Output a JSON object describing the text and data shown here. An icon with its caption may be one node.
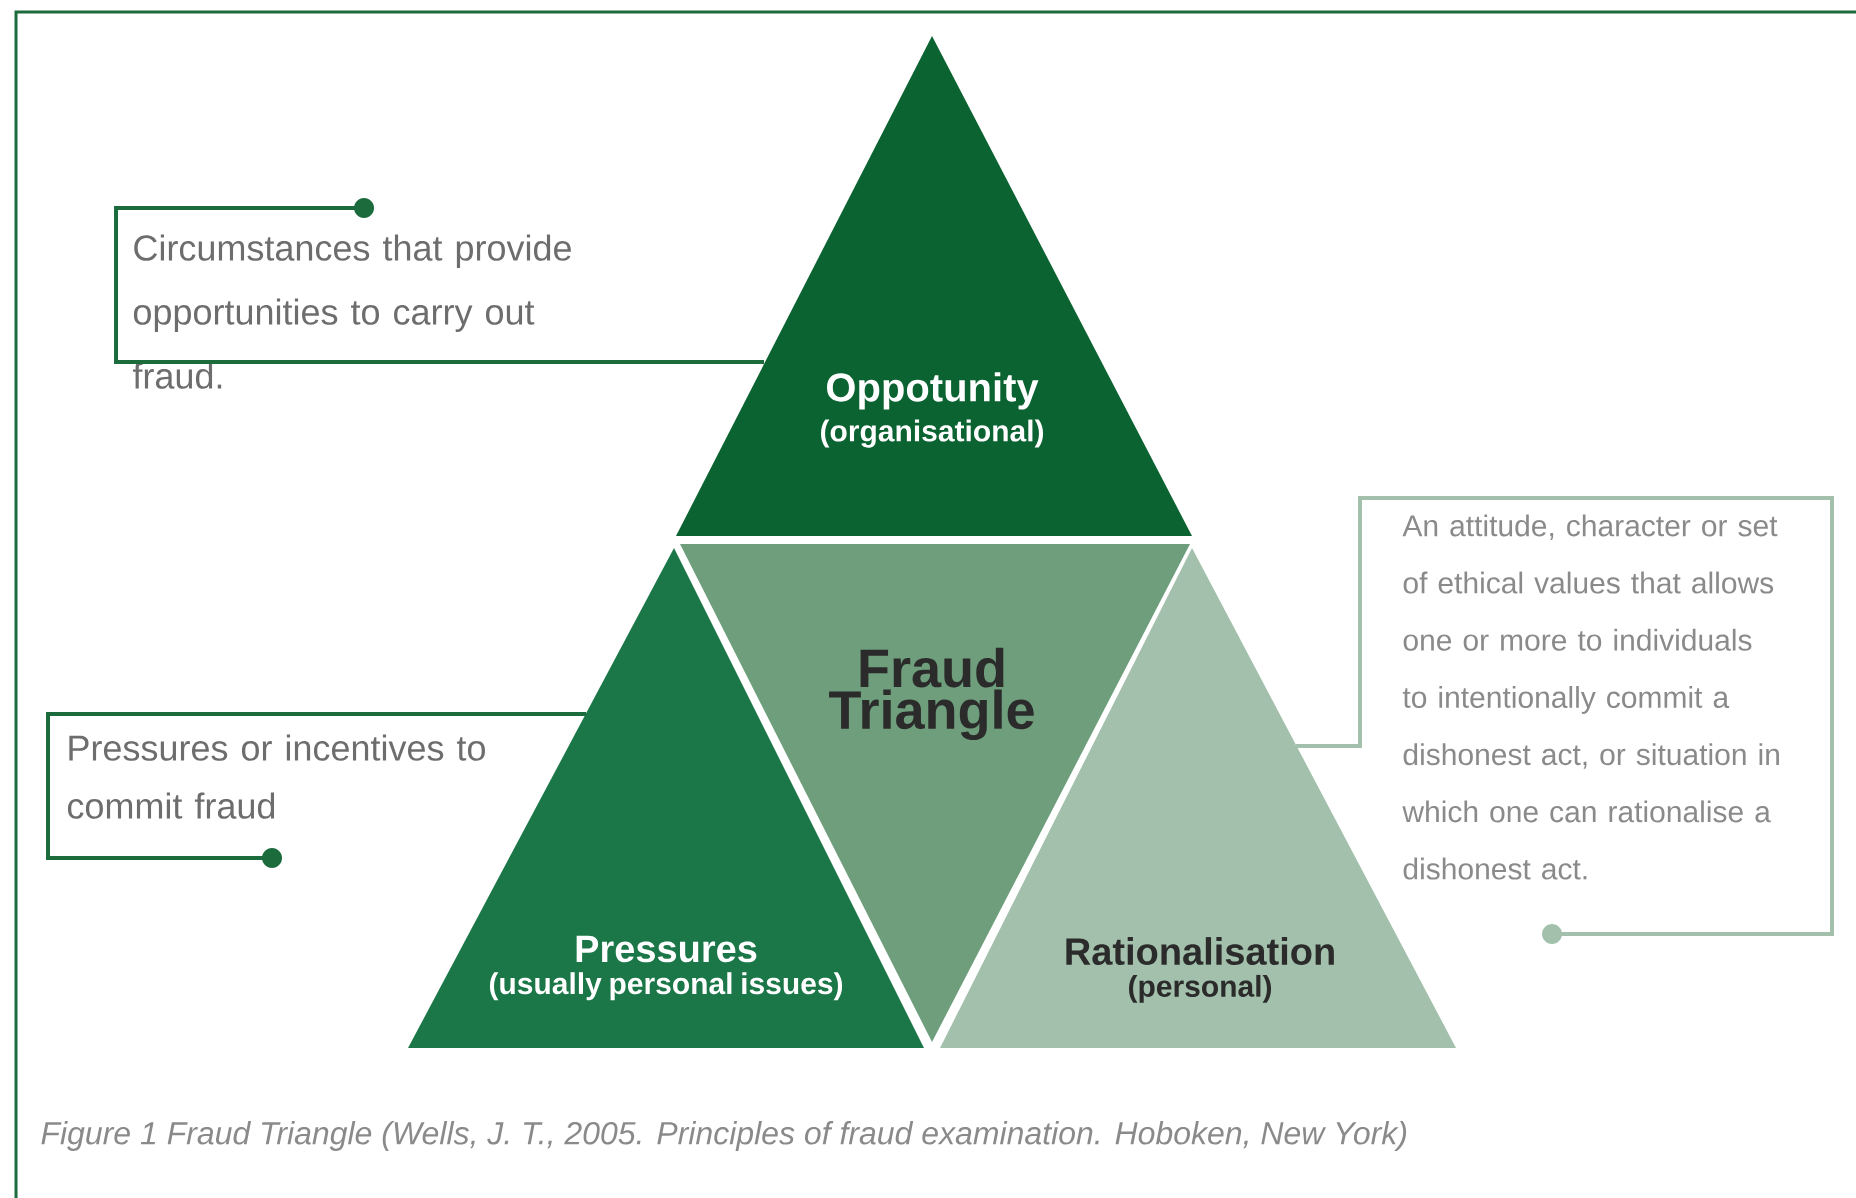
{
  "diagram": {
    "caption": "Figure 1 Fraud Triangle (Wells, J. T., 2005. Principles of fraud examination. Hoboken, New York)",
    "nodes": [
      {
        "text": [
          "Oppotunity",
          "(organisational)"
        ]
      },
      {
        "text": [
          "Pressures",
          "(usually personal issues)"
        ]
      },
      {
        "text": [
          "Fraud Triangle"
        ]
      },
      {
        "text": [
          "Rationalisation",
          "(personal)"
        ]
      },
      {
        "text": [
          "Circumstances that provide opportunities to carry out fraud."
        ]
      },
      {
        "text": [
          "Pressures or incentives to commit fraud"
        ]
      },
      {
        "text": [
          "An attitude, character or set of ethical values that allows one or more to individuals to intentionally commit a dishonest act, or situation in which one can rationalise a dishonest act."
        ]
      }
    ],
    "edges": [
      {
        "from": 4,
        "to": 0,
        "arrow": "other"
      },
      {
        "from": 5,
        "to": 1,
        "arrow": "other"
      },
      {
        "from": 6,
        "to": 3,
        "arrow": "other",
        "color": "#a2c0ab"
      }
    ]
  }
}
